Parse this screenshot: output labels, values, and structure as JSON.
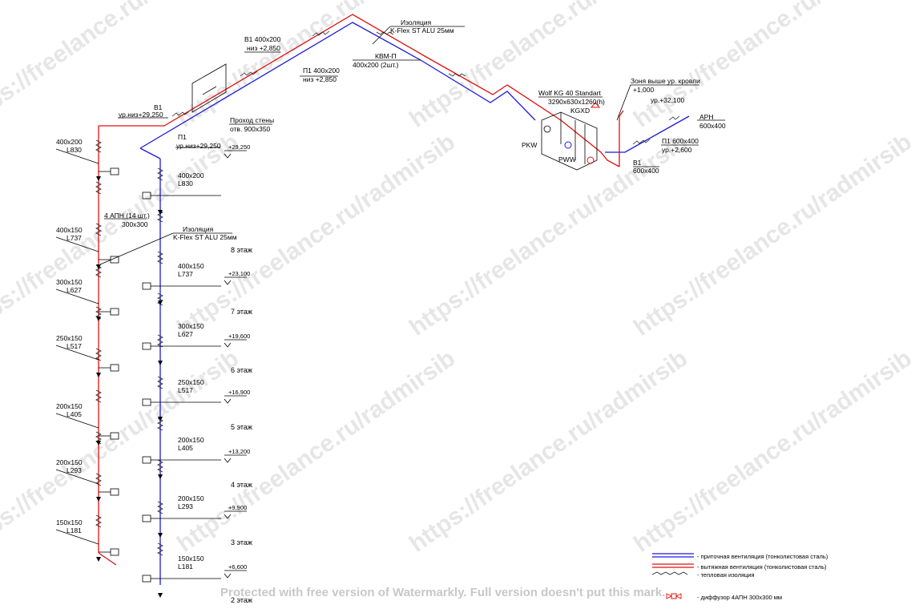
{
  "title_bar": {
    "text": ""
  },
  "watermark": {
    "repeat_text": "https://freelance.ru/radmirsib",
    "bottom_text": "Protected with free version of Watermarkly. Full version doesn't put this mark."
  },
  "colors": {
    "supply": "#1b1bd6",
    "exhaust": "#e01010",
    "text": "#000000"
  },
  "top_labels": {
    "b1_duct": "В1 400х200",
    "b1_level": "низ +2,850",
    "p1_duct": "П1 400х200",
    "p1_level": "низ +2,850",
    "insulation_title": "Изоляция",
    "insulation_spec": "K-Flex ST ALU 25мм",
    "kvm_title": "КВМ-П",
    "kvm_spec": "400х200 (2шт.)",
    "unit_title": "Wolf KG 40 Standart",
    "unit_dims": "3290х630х1260(h)",
    "kgxd": "KGXD",
    "zone_title": "Зоня выше ур. кровли",
    "zone_level": "+1,000",
    "level_32100": "ур.+32,100",
    "arh": "АРН",
    "arh_size": "600х400",
    "p1_600": "П1 600х400",
    "p1_600_level": "ур.+2,600",
    "b1_bottom": "В1",
    "b1_bottom_size": "600х400",
    "pkw": "PKW",
    "pww": "PWW",
    "pass_title": "Проход стены",
    "pass_size": "отв. 900х350",
    "b1_left": "В1",
    "b1_left_level": "ур.низ+29,250",
    "p1_left": "П1",
    "p1_left_level": "ур.низ+29,250"
  },
  "riser_labels": {
    "exhaust_sizes": [
      {
        "size": "400х200",
        "len": "L830"
      },
      {
        "size": "400х150",
        "len": "L737"
      },
      {
        "size": "300х150",
        "len": "L627"
      },
      {
        "size": "250х150",
        "len": "L517"
      },
      {
        "size": "200х150",
        "len": "L405"
      },
      {
        "size": "200х150",
        "len": "L293"
      },
      {
        "size": "150х150",
        "len": "L181"
      }
    ],
    "supply_sizes": [
      {
        "size": "400х200",
        "len": "L830"
      },
      {
        "size": "400х150",
        "len": "L737"
      },
      {
        "size": "300х150",
        "len": "L627"
      },
      {
        "size": "250х150",
        "len": "L517"
      },
      {
        "size": "200х150",
        "len": "L405"
      },
      {
        "size": "200х150",
        "len": "L293"
      },
      {
        "size": "150х150",
        "len": "L181"
      }
    ],
    "diffuser_note": "4 АПН (14 шт.)",
    "diffuser_size": "300х300",
    "insulation_title": "Изоляция",
    "insulation_spec": "K-Flex ST ALU 25мм",
    "levels": [
      "+29,250",
      "+23,100",
      "+19,600",
      "+16,900",
      "+13,200",
      "+9,900",
      "+6,600"
    ],
    "floors": [
      "8 этаж",
      "7 этаж",
      "6 этаж",
      "5 этаж",
      "4 этаж",
      "3 этаж",
      "2 этаж"
    ]
  },
  "legend": {
    "supply": "- приточная вентиляция (тонколистовая сталь)",
    "exhaust": "- вытяжная вентиляция (тонколистовая сталь)",
    "insulation": "- тепловая изоляция",
    "diffuser": "- диффузор 4АПН 300х300 мм"
  }
}
